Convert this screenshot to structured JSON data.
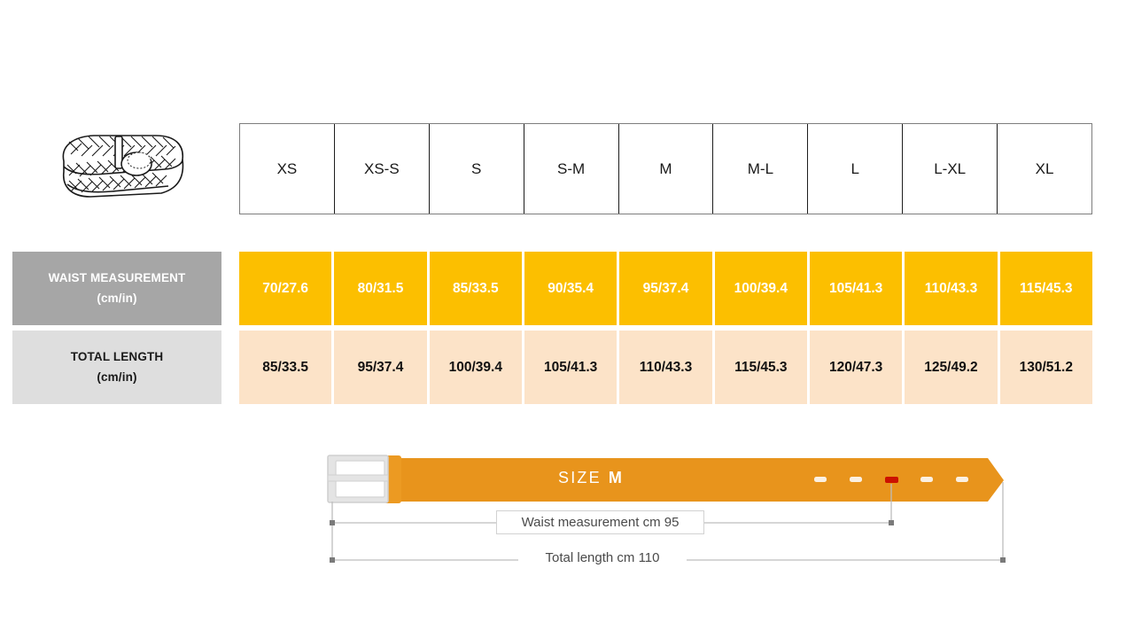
{
  "product": {
    "illustration_name": "braided-belt-illustration"
  },
  "table": {
    "size_headers": [
      "XS",
      "XS-S",
      "S",
      "S-M",
      "M",
      "M-L",
      "L",
      "L-XL",
      "XL"
    ],
    "rows": [
      {
        "label_line1": "WAIST MEASUREMENT",
        "label_line2": "(cm/in)",
        "values": [
          "70/27.6",
          "80/31.5",
          "85/33.5",
          "90/35.4",
          "95/37.4",
          "100/39.4",
          "105/41.3",
          "110/43.3",
          "115/45.3"
        ]
      },
      {
        "label_line1": "TOTAL LENGTH",
        "label_line2": "(cm/in)",
        "values": [
          "85/33.5",
          "95/37.4",
          "100/39.4",
          "105/41.3",
          "110/43.3",
          "115/45.3",
          "120/47.3",
          "125/49.2",
          "130/51.2"
        ]
      }
    ]
  },
  "diagram": {
    "size_caption": "SIZE",
    "size_value": "M",
    "waist_dimension": "Waist measurement cm 95",
    "length_dimension": "Total length cm 110",
    "holes_total": 5,
    "highlighted_hole_index": 2
  },
  "colors": {
    "waist_row_fill": "#fcbf00",
    "waist_label_fill": "#a6a6a6",
    "length_row_fill": "#fce3c8",
    "length_label_fill": "#dedede",
    "belt_body": "#e8941c",
    "belt_buckle": "#e2e2e2",
    "highlight_hole": "#cc1100",
    "dimension_line": "#bdbdbd"
  }
}
